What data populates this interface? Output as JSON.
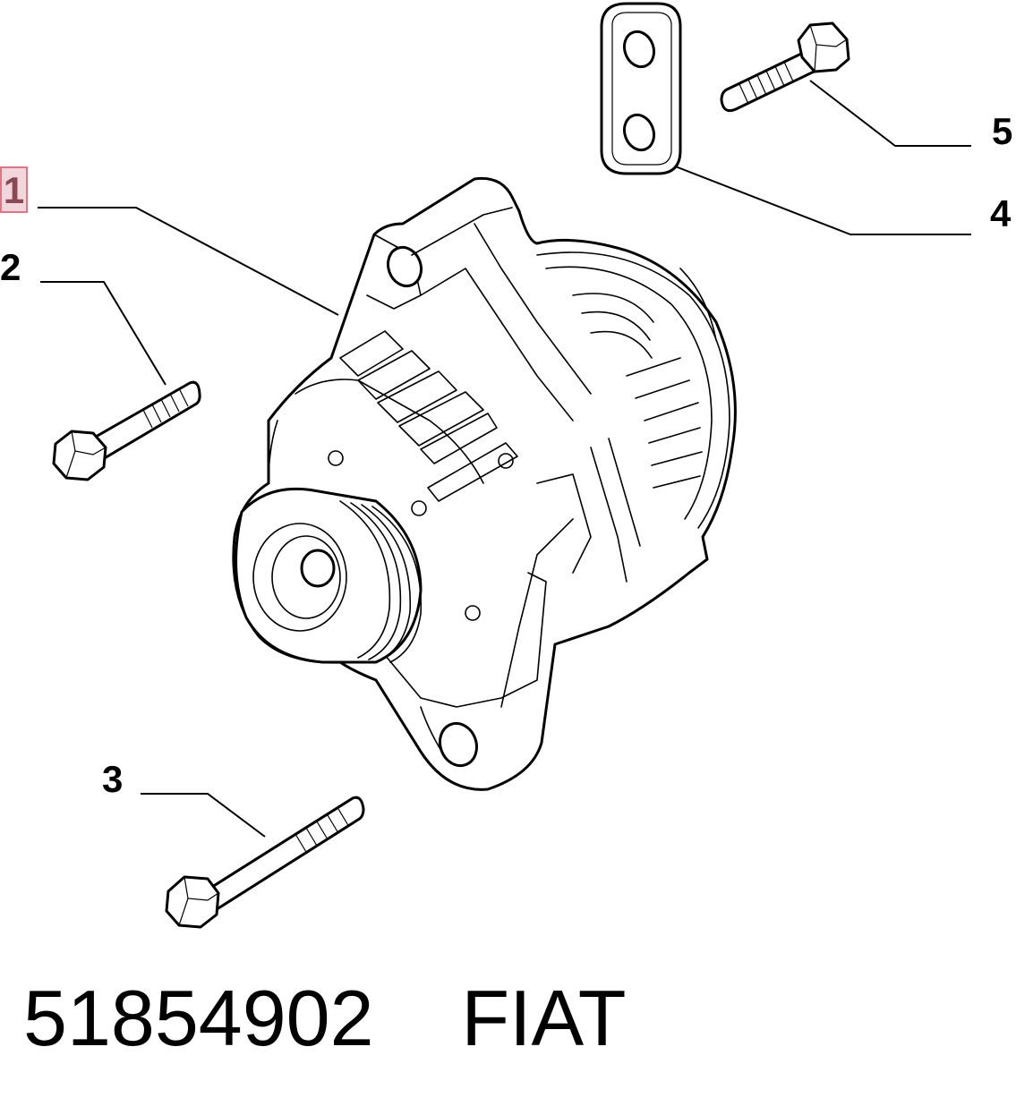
{
  "diagram": {
    "callouts": [
      "1",
      "2",
      "3",
      "4",
      "5"
    ],
    "part_number": "51854902",
    "brand": "FIAT",
    "caption": "51854902    FIAT"
  },
  "colors": {
    "highlight_fill": "#f1d7dc",
    "highlight_border": "#e37582",
    "line": "#000000"
  },
  "parts": [
    "alternator",
    "bolt",
    "bolt",
    "bracket-plate",
    "bolt"
  ]
}
